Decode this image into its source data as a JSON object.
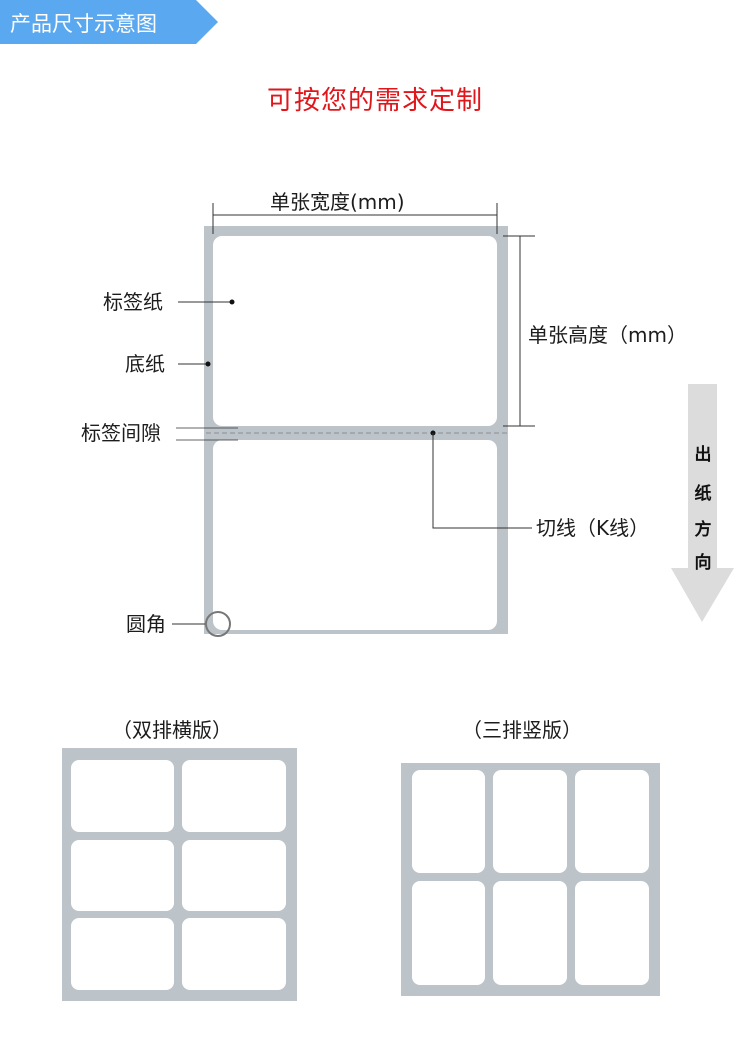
{
  "header": {
    "title": "产品尺寸示意图",
    "color": "#5aa9f0"
  },
  "subtitle": "可按您的需求定制",
  "main_diagram": {
    "width_label": "单张宽度(mm)",
    "height_label": "单张高度（mm）",
    "label_paper_label": "标签纸",
    "backing_paper_label": "底纸",
    "label_gap_label": "标签间隙",
    "cut_line_label": "切线（K线）",
    "rounded_corner_label": "圆角",
    "feed_direction_chars": [
      "出",
      "纸",
      "方",
      "向"
    ]
  },
  "variants": [
    {
      "title": "（双排横版）",
      "columns": 2,
      "rows": 3
    },
    {
      "title": "（三排竖版）",
      "columns": 3,
      "rows": 2
    }
  ],
  "colors": {
    "backing": "#bcc3c9",
    "label": "#ffffff",
    "accent_red": "#e0161b",
    "arrow": "#dcdcdc"
  }
}
